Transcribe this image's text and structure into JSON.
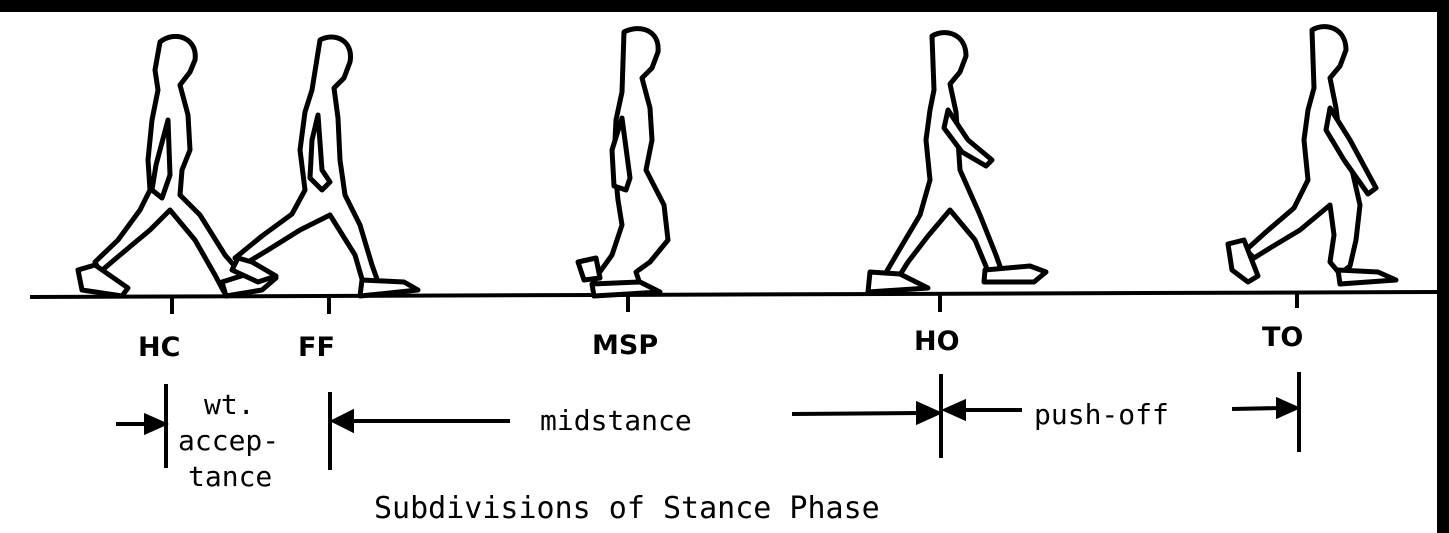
{
  "events": [
    {
      "abbr": "HC"
    },
    {
      "abbr": "FF"
    },
    {
      "abbr": "MSP"
    },
    {
      "abbr": "HO"
    },
    {
      "abbr": "TO"
    }
  ],
  "phases": {
    "weight_acceptance": [
      "wt.",
      "accep-",
      "tance"
    ],
    "midstance": "midstance",
    "push_off": "push-off"
  },
  "caption": "Subdivisions of Stance Phase",
  "colors": {
    "ink": "#000000",
    "paper": "#ffffff",
    "border": "#000000"
  }
}
